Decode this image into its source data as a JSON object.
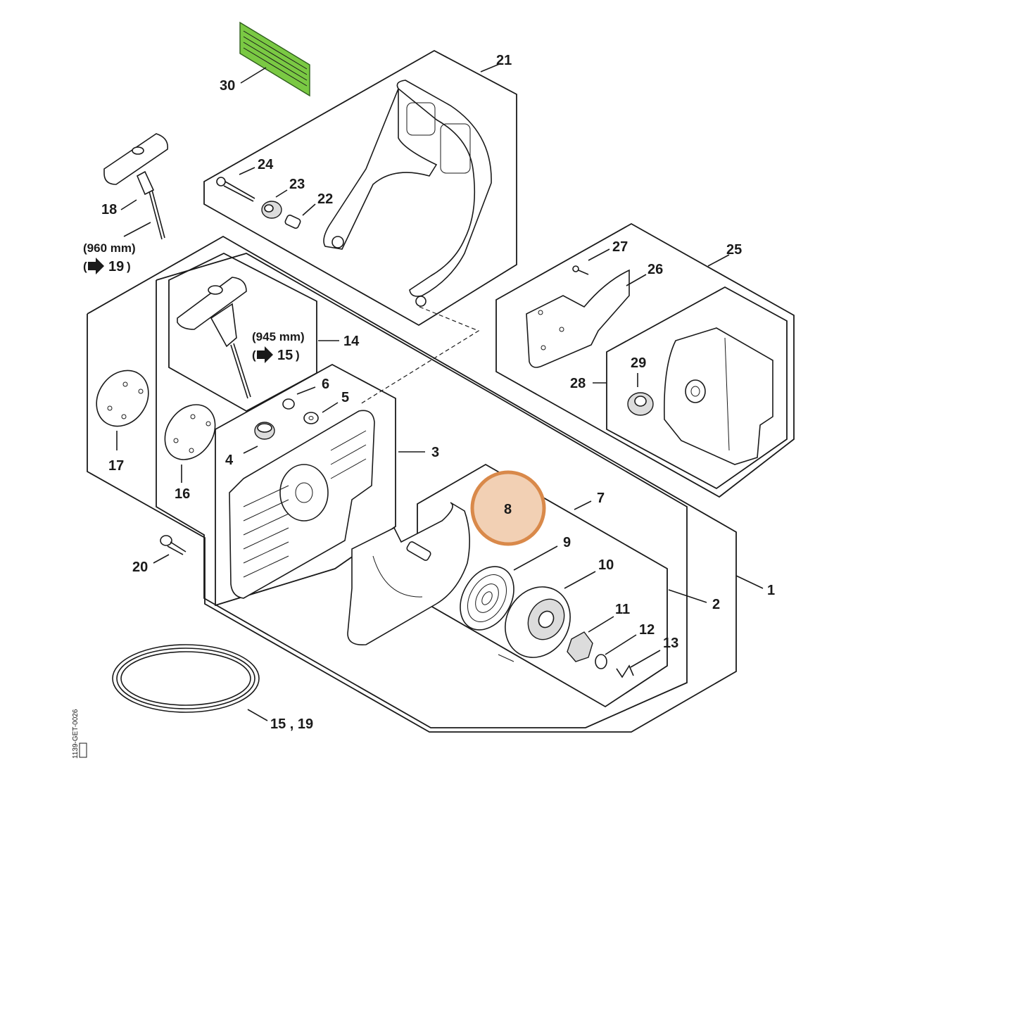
{
  "diagram": {
    "callouts": {
      "c1": "1",
      "c2": "2",
      "c3": "3",
      "c4": "4",
      "c5": "5",
      "c6": "6",
      "c7": "7",
      "c8": "8",
      "c9": "9",
      "c10": "10",
      "c11": "11",
      "c12": "12",
      "c13": "13",
      "c14": "14",
      "c15_19": "15 , 19",
      "c16": "16",
      "c17": "17",
      "c18": "18",
      "c20": "20",
      "c21": "21",
      "c22": "22",
      "c23": "23",
      "c24": "24",
      "c25": "25",
      "c26": "26",
      "c27": "27",
      "c28": "28",
      "c29": "29",
      "c30": "30"
    },
    "rope_18": {
      "length": "(960 mm)",
      "ref": "19"
    },
    "rope_14": {
      "length": "(945 mm)",
      "ref": "15"
    },
    "drawing_number": "1139-GET-0026",
    "highlight_color": "#d9894a",
    "highlight_fill": "#f2d0b4",
    "sticker_color": "#7ac943"
  }
}
